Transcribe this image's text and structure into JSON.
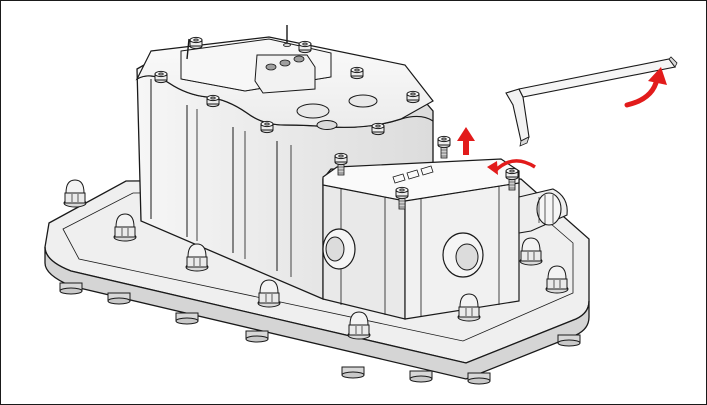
{
  "figure": {
    "kind": "exploded assembly illustration",
    "palette": {
      "line": "#1a1a1a",
      "body": "#f4f4f4",
      "body_shade": "#e2e2e2",
      "body_dark": "#cfcfcf",
      "accent_arrow": "#e21b1b"
    },
    "icons": {
      "lift_arrow": "arrow-up-icon",
      "rotate_arrow": "rotate-ccw-icon",
      "tool_turn_arrow": "curved-arrow-icon"
    },
    "fastener_count_lid": 4,
    "rotation_direction": "counter-clockwise",
    "tool": "hex key"
  }
}
